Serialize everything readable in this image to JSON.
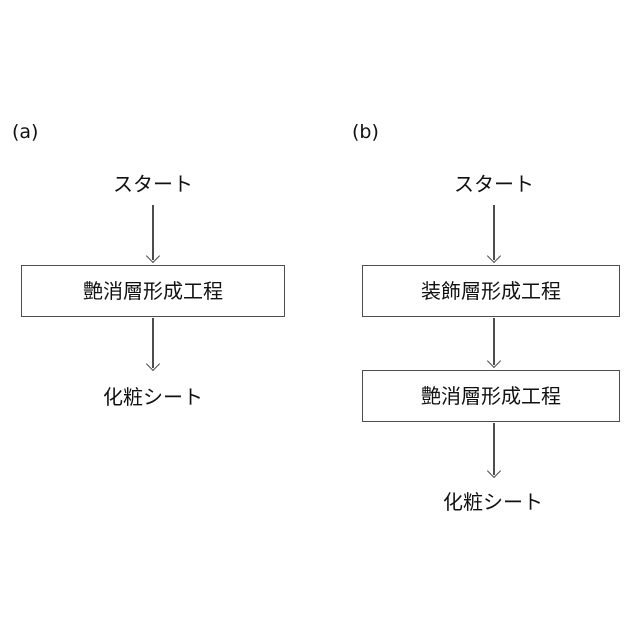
{
  "figure": {
    "background_color": "#ffffff",
    "line_color": "#4d4d4d",
    "text_color": "#111111",
    "panels": [
      {
        "id": "a",
        "label": "(a)",
        "start_label": "スタート",
        "end_label": "化粧シート",
        "steps": [
          {
            "label": "艶消層形成工程"
          }
        ],
        "arrows": [
          {
            "name": "start-to-step1",
            "direction": "down"
          },
          {
            "name": "step1-to-end",
            "direction": "down"
          }
        ]
      },
      {
        "id": "b",
        "label": "(b)",
        "start_label": "スタート",
        "end_label": "化粧シート",
        "steps": [
          {
            "label": "装飾層形成工程"
          },
          {
            "label": "艶消層形成工程"
          }
        ],
        "arrows": [
          {
            "name": "start-to-step1",
            "direction": "down"
          },
          {
            "name": "step1-to-step2",
            "direction": "down"
          },
          {
            "name": "step2-to-end",
            "direction": "down"
          }
        ]
      }
    ]
  }
}
